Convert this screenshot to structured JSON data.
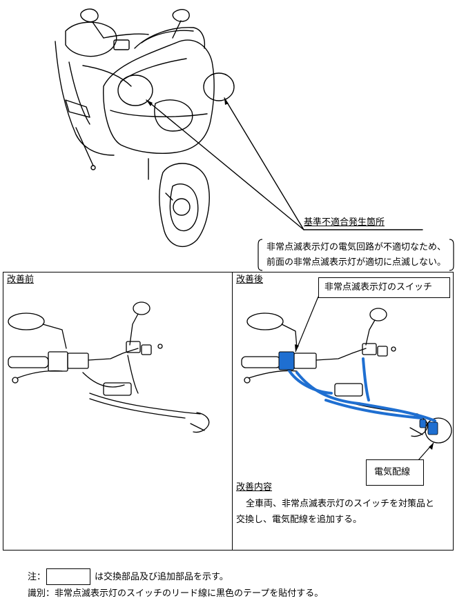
{
  "callout_location": {
    "title": "基準不適合発生箇所",
    "line1": "非常点滅表示灯の電気回路が不適切なため、",
    "line2": "前面の非常点滅表示灯が適切に点滅しない。"
  },
  "before": {
    "label": "改善前"
  },
  "after": {
    "label": "改善後",
    "switch_callout": "非常点滅表示灯のスイッチ",
    "wiring_callout": "電気配線",
    "content_heading": "改善内容",
    "content_line1": "全車両、非常点滅表示灯のスイッチを対策品と",
    "content_line2": "交換し、電気配線を追加する。"
  },
  "notes": {
    "note_prefix": "注：",
    "note_text": "は交換部品及び追加部品を示す。",
    "id_line": "識別：非常点滅表示灯のスイッチのリード線に黒色のテープを貼付する。"
  },
  "colors": {
    "highlight": "#1f6fd1",
    "line": "#000000"
  }
}
